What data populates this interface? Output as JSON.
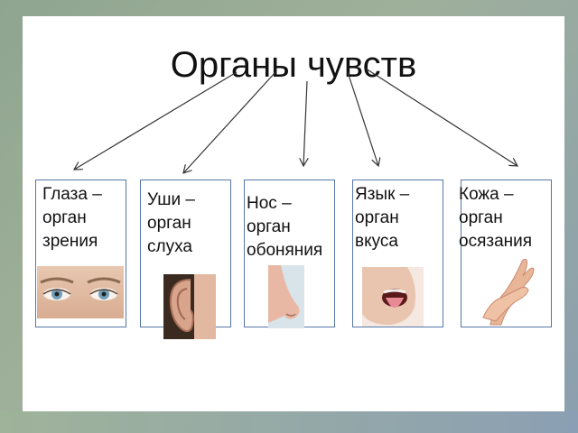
{
  "title": "Органы чувств",
  "organs": [
    {
      "line1": "Глаза –",
      "line2": "орган",
      "line3": "зрения",
      "image": "eyes-photo"
    },
    {
      "line1": "Уши –",
      "line2": "орган",
      "line3": "слуха",
      "image": "ear-photo"
    },
    {
      "line1": "Нос –",
      "line2": "орган",
      "line3": "обоняния",
      "image": "nose-photo"
    },
    {
      "line1": "Язык –",
      "line2": "орган",
      "line3": "вкуса",
      "image": "tongue-photo"
    },
    {
      "line1": "Кожа –",
      "line2": "орган",
      "line3": "осязания",
      "image": "hands-photo"
    }
  ],
  "colors": {
    "box_border": "#5577aa",
    "arrow": "#333333",
    "background": "#9fb09a"
  }
}
